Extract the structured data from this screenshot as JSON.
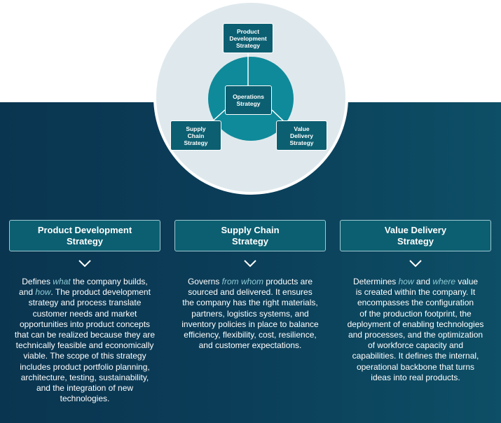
{
  "diagram": {
    "center_node": [
      "Operations",
      "Strategy"
    ],
    "nodes": {
      "product_development": [
        "Product",
        "Development",
        "Strategy"
      ],
      "supply_chain": [
        "Supply",
        "Chain",
        "Strategy"
      ],
      "value_delivery": [
        "Value",
        "Delivery",
        "Strategy"
      ]
    }
  },
  "cards": [
    {
      "title": [
        "Product Development",
        "Strategy"
      ],
      "description": [
        [
          "Defines ",
          {
            "em": "what"
          },
          " the company builds,"
        ],
        [
          "and ",
          {
            "em": "how"
          },
          ". The product development"
        ],
        [
          "strategy and process translate"
        ],
        [
          "customer needs and market"
        ],
        [
          "opportunities into product concepts"
        ],
        [
          "that can be realized because they are"
        ],
        [
          "technically feasible and economically"
        ],
        [
          "viable. The scope of this strategy"
        ],
        [
          "includes product portfolio planning,"
        ],
        [
          "architecture, testing, sustainability,"
        ],
        [
          "and the integration of new"
        ],
        [
          "technologies."
        ]
      ]
    },
    {
      "title": [
        "Supply Chain",
        "Strategy"
      ],
      "description": [
        [
          "Governs ",
          {
            "em": "from whom"
          },
          " products are"
        ],
        [
          "sourced and delivered. It ensures"
        ],
        [
          "the company has the right materials,"
        ],
        [
          "partners, logistics systems, and"
        ],
        [
          "inventory policies in place to balance"
        ],
        [
          "efficiency, flexibility, cost, resilience,"
        ],
        [
          "and customer expectations."
        ]
      ]
    },
    {
      "title": [
        "Value Delivery",
        "Strategy"
      ],
      "description": [
        [
          "Determines ",
          {
            "em": "how"
          },
          " and ",
          {
            "em": "where"
          },
          " value"
        ],
        [
          "is created within the company. It"
        ],
        [
          "encompasses the configuration"
        ],
        [
          "of the production footprint, the"
        ],
        [
          "deployment of enabling technologies"
        ],
        [
          "and processes, and the optimization"
        ],
        [
          "of workforce capacity and"
        ],
        [
          "capabilities. It defines the internal,"
        ],
        [
          "operational backbone that turns"
        ],
        [
          "ideas into real products."
        ]
      ]
    }
  ],
  "colors": {
    "dark_navy": "#0a3550",
    "teal_box": "#0c5f71",
    "teal_ring": "#0f8a9a",
    "light_circle": "#dfe9ed",
    "emphasis_text": "#8fcbd6"
  },
  "icons": [
    "chevron-down-icon"
  ]
}
